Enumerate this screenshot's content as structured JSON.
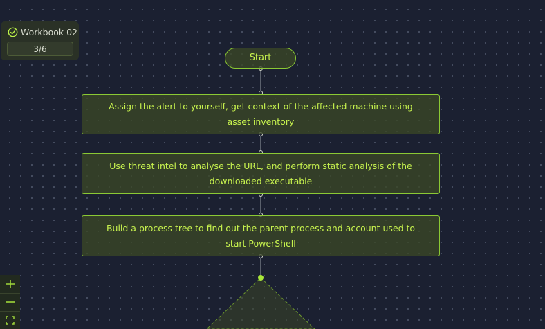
{
  "workbook": {
    "title": "Workbook 02",
    "progress": "3/6"
  },
  "flow": {
    "start_label": "Start",
    "steps": [
      {
        "label": "Assign the alert to yourself, get context of the affected machine using asset inventory"
      },
      {
        "label": "Use threat intel to analyse the URL, and perform static analysis of the downloaded executable"
      },
      {
        "label": "Build a process tree to find out the parent process and account used to start PowerShell"
      }
    ]
  },
  "controls": {
    "zoom_in_icon": "plus-icon",
    "zoom_out_icon": "minus-icon",
    "fit_view_icon": "fullscreen-icon"
  },
  "colors": {
    "accent": "#8bc934",
    "text": "#c7f24e",
    "background": "#1b2031"
  }
}
